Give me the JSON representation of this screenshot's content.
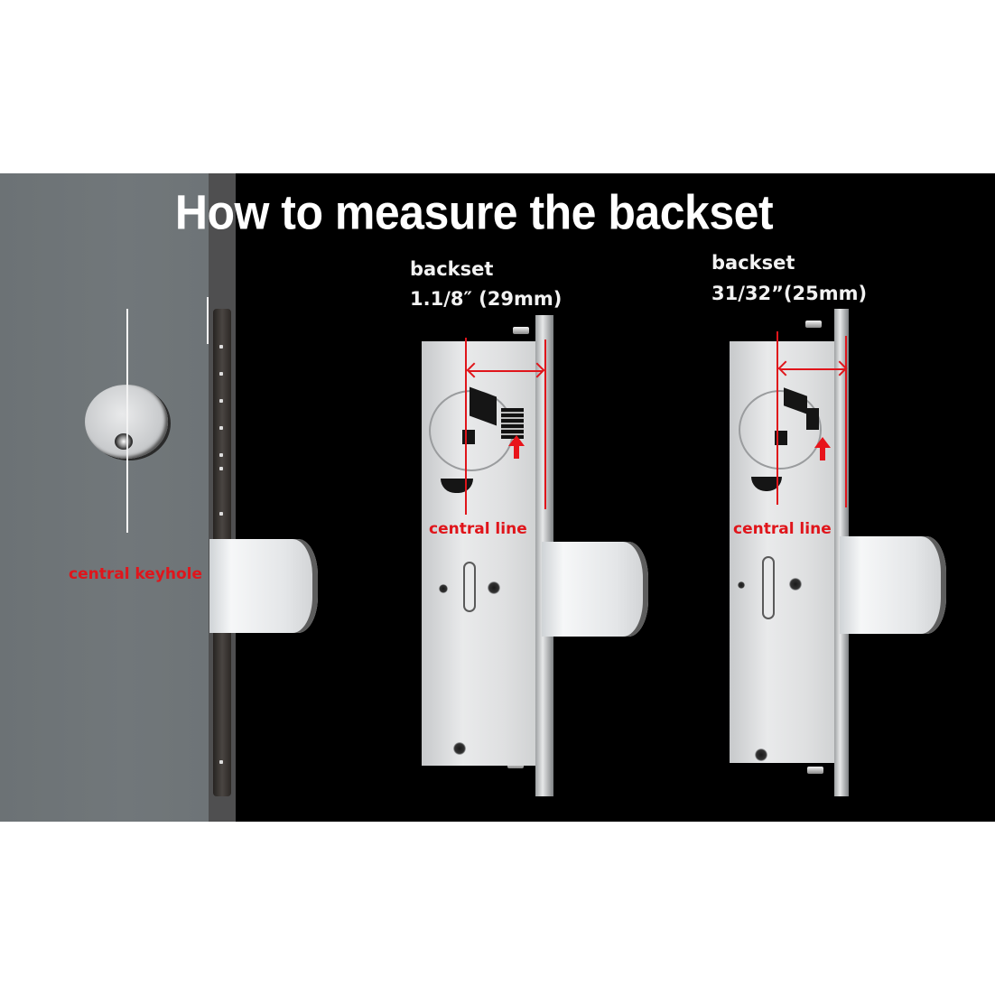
{
  "title": "How to measure the backset",
  "left_panel": {
    "label": "central keyhole",
    "label_color": "#e0151b"
  },
  "lock_1": {
    "heading": "backset",
    "measurement": "1.1/8″  (29mm)",
    "line_label": "central line"
  },
  "lock_2": {
    "heading": "backset",
    "measurement": "31/32”(25mm)",
    "line_label": "central line"
  },
  "colors": {
    "background": "#000000",
    "door": "#6e7477",
    "accent_red": "#e0151b",
    "text_white": "#ffffff"
  }
}
